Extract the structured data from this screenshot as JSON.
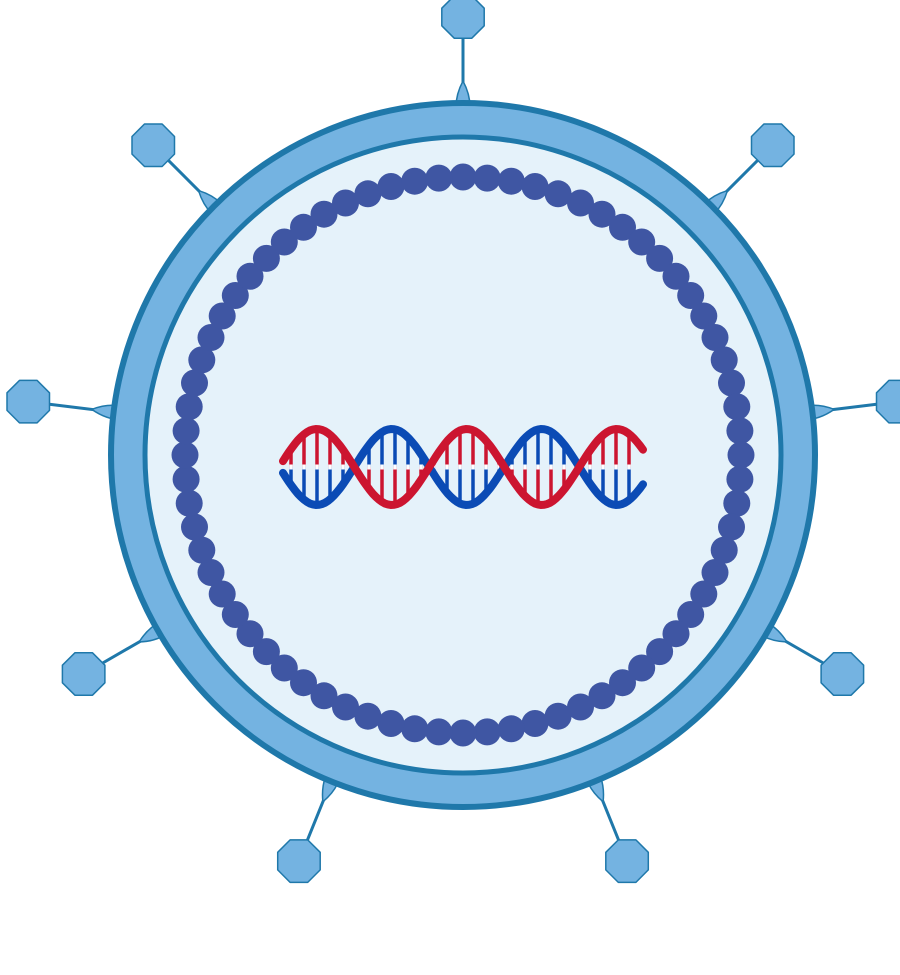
{
  "diagram": {
    "subject": "virus-particle",
    "colors": {
      "background": "#ffffff",
      "envelope_fill": "#74b3e1",
      "envelope_stroke": "#1f78aa",
      "interior": "#e5f2fa",
      "capsid_bead": "#3f56a3",
      "spike_fill": "#74b3e1",
      "spike_stroke": "#1f78aa",
      "dna_strand_a": "#cc1530",
      "dna_strand_b": "#0b4bb5",
      "dna_base_pair_light": "#ffffff"
    },
    "components": {
      "envelope": "viral-envelope",
      "capsid": "capsid-protein-ring",
      "genome": "dna-double-helix",
      "spikes": "glycoprotein-spikes"
    },
    "counts": {
      "spikes": 9,
      "capsid_beads": 72
    }
  }
}
